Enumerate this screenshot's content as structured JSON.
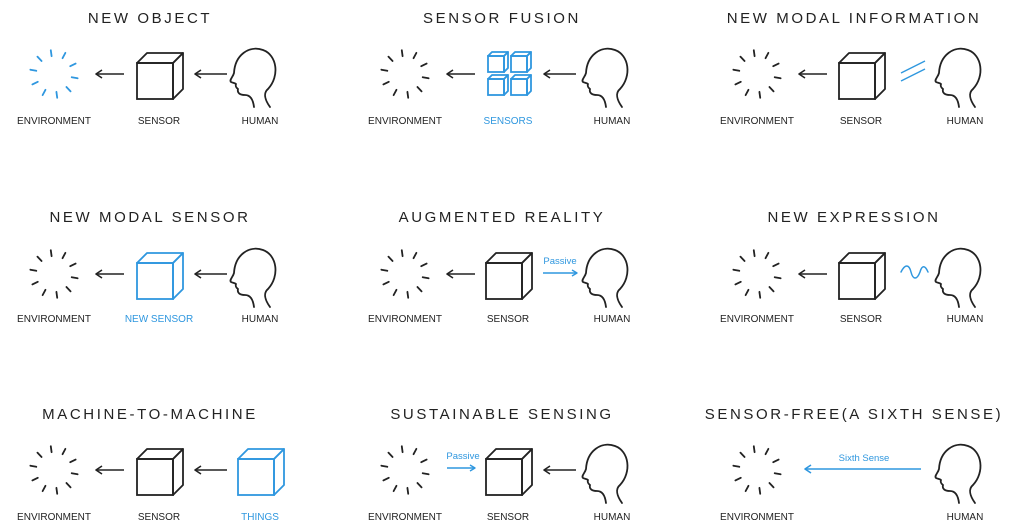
{
  "colors": {
    "ink": "#222222",
    "accent": "#2f97df",
    "background": "#ffffff"
  },
  "panels": [
    {
      "title": "NEW OBJECT",
      "env_icon": "environment-dashes-icon",
      "env_label": "ENVIRONMENT",
      "env_accent": true,
      "middle_icon": "sensor-cube-icon",
      "middle_label": "SENSOR",
      "middle_accent": false,
      "right_icon": "human-head-icon",
      "right_label": "HUMAN",
      "right_accent": false,
      "left_arrow": "arrow-left-icon",
      "right_connector": "arrow-left-icon"
    },
    {
      "title": "SENSOR FUSION",
      "env_icon": "environment-dashes-icon",
      "env_label": "ENVIRONMENT",
      "env_accent": false,
      "middle_icon": "multiple-sensor-cubes-icon",
      "middle_label": "SENSORS",
      "middle_accent": true,
      "right_icon": "human-head-icon",
      "right_label": "HUMAN",
      "right_accent": false,
      "left_arrow": "arrow-left-icon",
      "right_connector": "arrow-left-icon"
    },
    {
      "title": "NEW MODAL INFORMATION",
      "env_icon": "environment-dashes-icon",
      "env_label": "ENVIRONMENT",
      "env_accent": false,
      "middle_icon": "sensor-cube-icon",
      "middle_label": "SENSOR",
      "middle_accent": false,
      "right_icon": "human-head-icon",
      "right_label": "HUMAN",
      "right_accent": false,
      "left_arrow": "arrow-left-icon",
      "right_connector": "diagonal-accent-arrow-icon"
    },
    {
      "title": "NEW MODAL SENSOR",
      "env_icon": "environment-dashes-icon",
      "env_label": "ENVIRONMENT",
      "env_accent": false,
      "middle_icon": "sensor-cube-icon",
      "middle_label": "NEW SENSOR",
      "middle_accent": true,
      "right_icon": "human-head-icon",
      "right_label": "HUMAN",
      "right_accent": false,
      "left_arrow": "arrow-left-icon",
      "right_connector": "arrow-left-icon"
    },
    {
      "title": "AUGMENTED REALITY",
      "env_icon": "environment-dashes-icon",
      "env_label": "ENVIRONMENT",
      "env_accent": false,
      "middle_icon": "sensor-cube-icon",
      "middle_label": "SENSOR",
      "middle_accent": false,
      "right_icon": "human-head-icon",
      "right_label": "HUMAN",
      "right_accent": false,
      "left_arrow": "arrow-left-icon",
      "right_connector": "passive-arrow-right-icon",
      "right_connector_text": "Passive"
    },
    {
      "title": "NEW EXPRESSION",
      "env_icon": "environment-dashes-icon",
      "env_label": "ENVIRONMENT",
      "env_accent": false,
      "middle_icon": "sensor-cube-icon",
      "middle_label": "SENSOR",
      "middle_accent": false,
      "right_icon": "human-head-icon",
      "right_label": "HUMAN",
      "right_accent": false,
      "left_arrow": "arrow-left-icon",
      "right_connector": "wave-icon"
    },
    {
      "title": "MACHINE-TO-MACHINE",
      "env_icon": "environment-dashes-icon",
      "env_label": "ENVIRONMENT",
      "env_accent": false,
      "middle_icon": "sensor-cube-icon",
      "middle_label": "SENSOR",
      "middle_accent": false,
      "right_icon": "things-cube-icon",
      "right_label": "THINGS",
      "right_accent": true,
      "left_arrow": "arrow-left-icon",
      "right_connector": "arrow-left-icon"
    },
    {
      "title": "SUSTAINABLE SENSING",
      "env_icon": "environment-dashes-icon",
      "env_label": "ENVIRONMENT",
      "env_accent": false,
      "middle_icon": "sensor-cube-icon",
      "middle_label": "SENSOR",
      "middle_accent": false,
      "right_icon": "human-head-icon",
      "right_label": "HUMAN",
      "right_accent": false,
      "left_arrow": "passive-arrow-right-icon",
      "left_arrow_text": "Passive",
      "right_connector": "arrow-left-icon"
    },
    {
      "title": "SENSOR-FREE(A SIXTH SENSE)",
      "env_icon": "environment-dashes-icon",
      "env_label": "ENVIRONMENT",
      "env_accent": false,
      "middle_icon": "",
      "middle_label": "",
      "middle_accent": false,
      "right_icon": "human-head-icon",
      "right_label": "HUMAN",
      "right_accent": false,
      "left_arrow": "long-accent-arrow-left-icon",
      "left_arrow_text": "Sixth Sense",
      "right_connector": ""
    }
  ]
}
